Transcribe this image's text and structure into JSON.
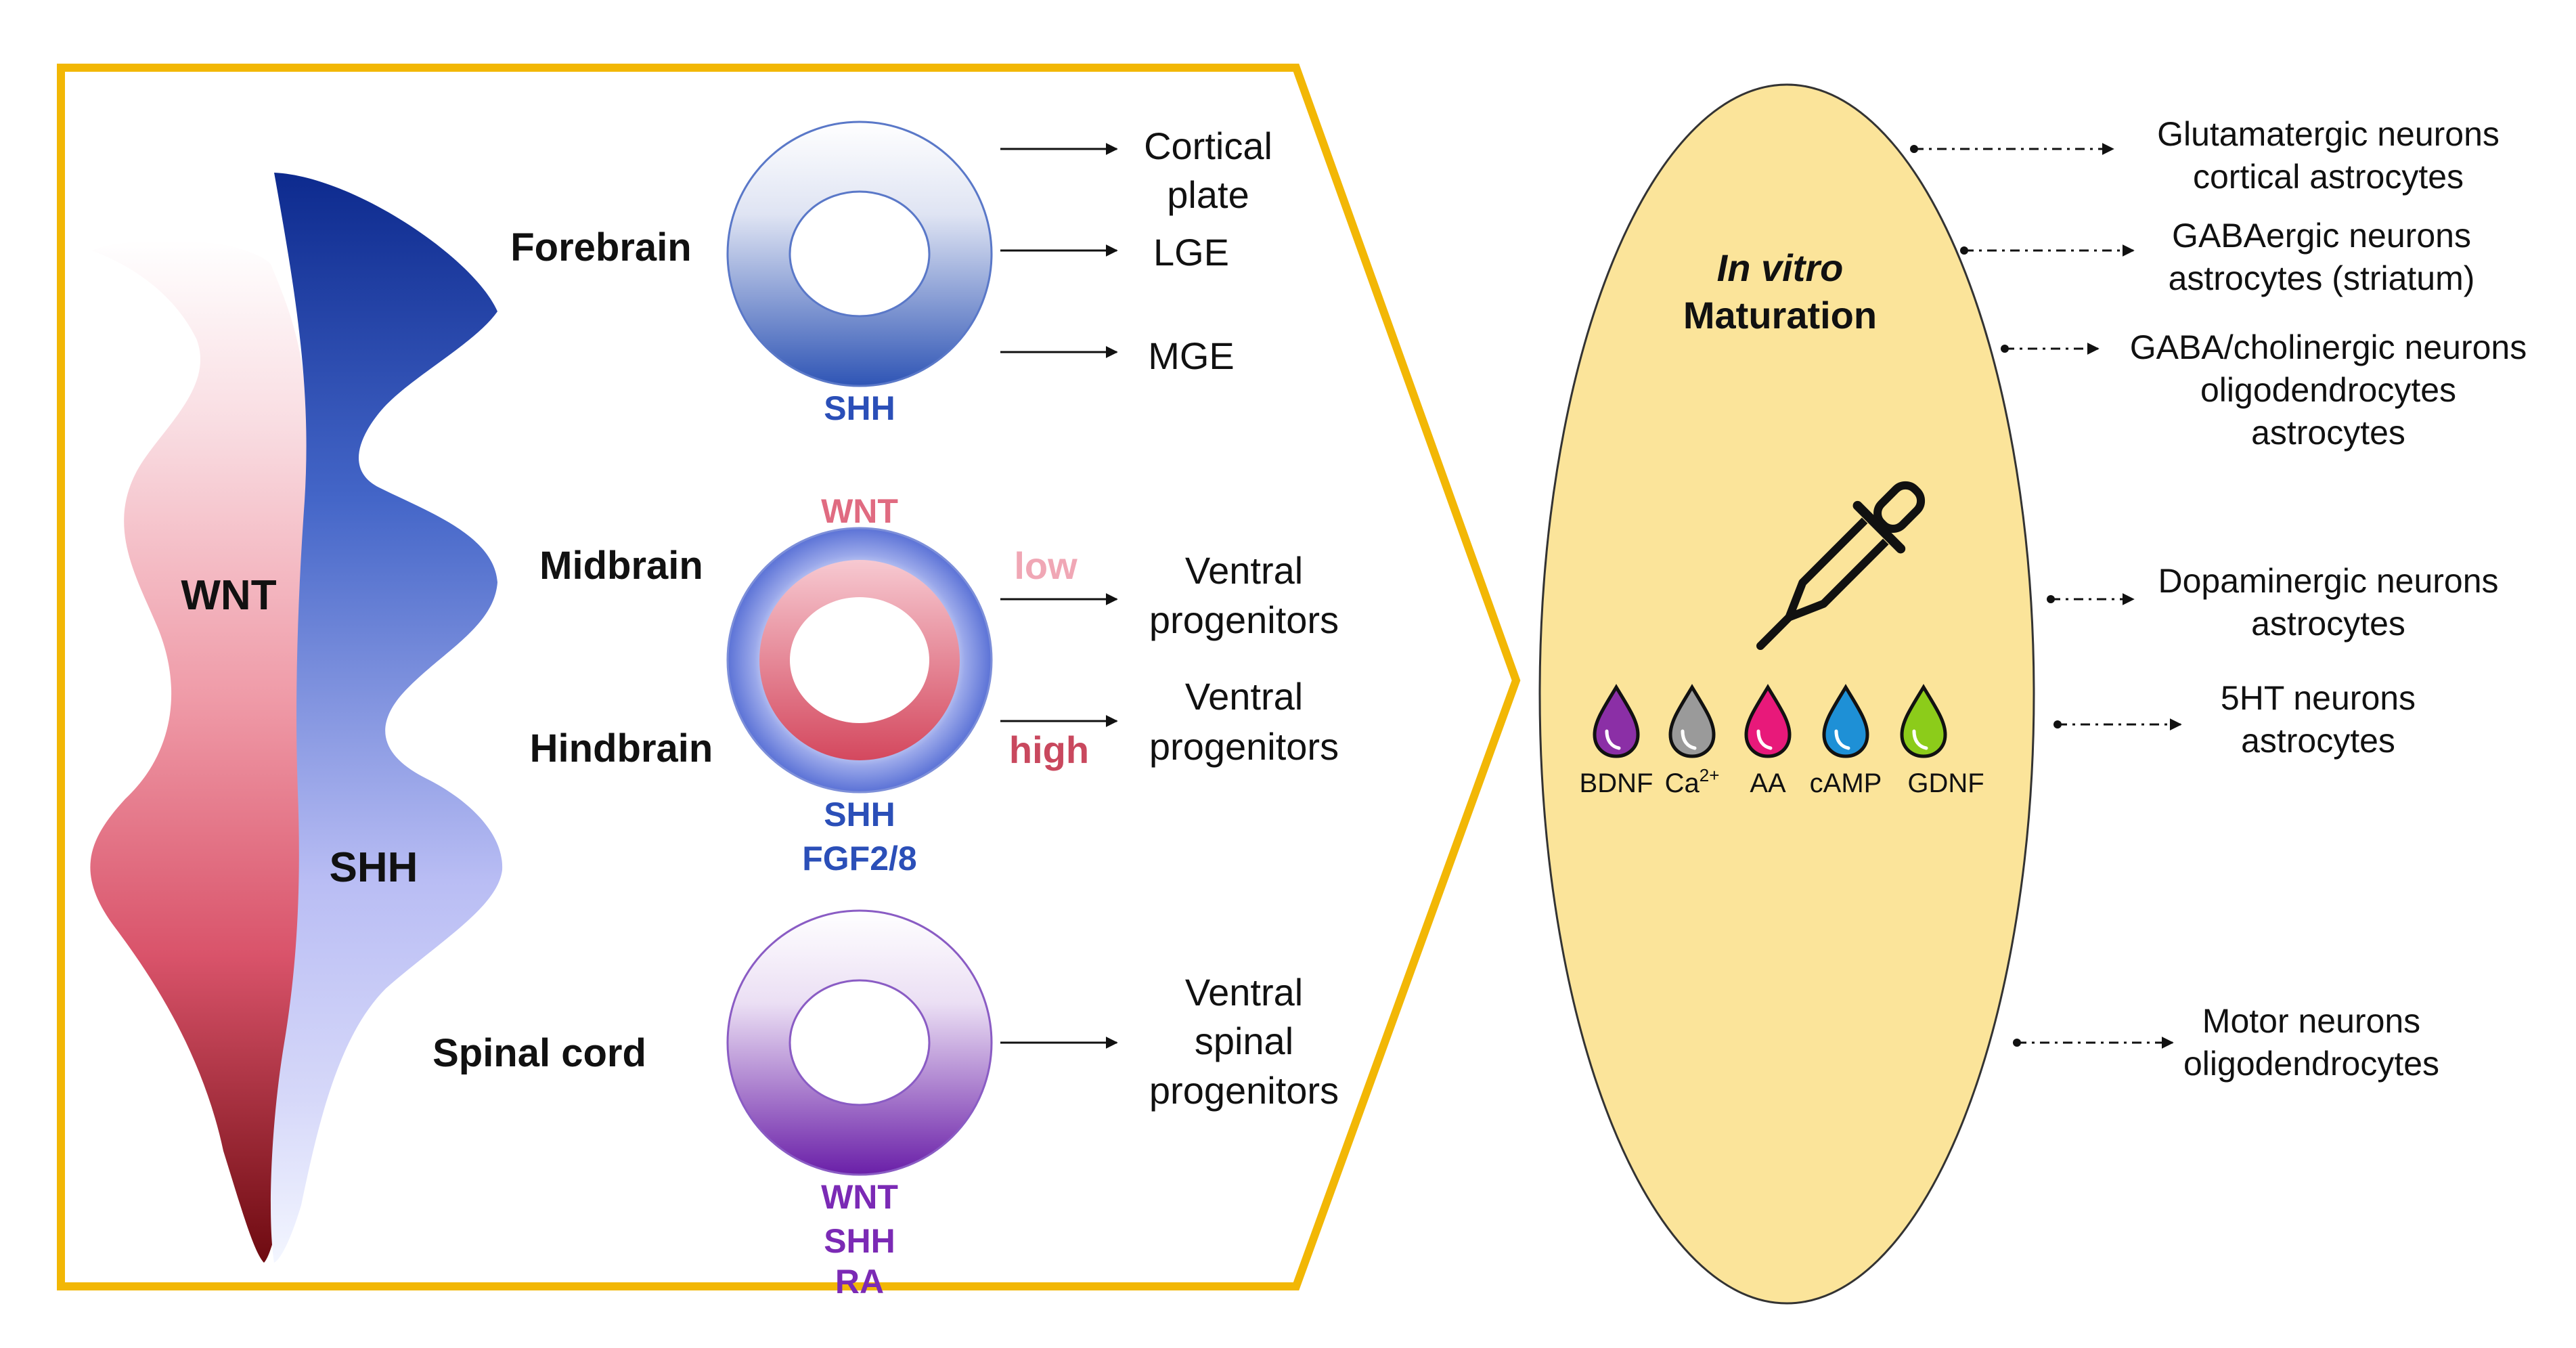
{
  "colors": {
    "frame": "#f2b705",
    "wnt_red": "#d94d63",
    "wnt_dark": "#7a0a14",
    "shh_blue": "#2b4fb8",
    "shh_light": "#c8cbf7",
    "spinal_purple": "#7b2ab5",
    "maturation_fill": "#fbe49a",
    "bdnf": "#8b2fa6",
    "ca": "#9a9a9a",
    "aa": "#e8197a",
    "camp": "#1e90d6",
    "gdnf": "#8ccc1a"
  },
  "gradient": {
    "wnt_label": "WNT",
    "shh_label": "SHH"
  },
  "regions": {
    "forebrain": "Forebrain",
    "midbrain": "Midbrain",
    "hindbrain": "Hindbrain",
    "spinal_cord": "Spinal cord"
  },
  "forebrain_ring": {
    "signal": "SHH",
    "targets": [
      [
        "Cortical",
        "plate"
      ],
      [
        "LGE"
      ],
      [
        "MGE"
      ]
    ]
  },
  "mid_hind_ring": {
    "signal_top": "WNT",
    "signal_bottom_1": "SHH",
    "signal_bottom_2": "FGF2/8",
    "low_label": "low",
    "high_label": "high",
    "targets": [
      [
        "Ventral",
        "progenitors"
      ],
      [
        "Ventral",
        "progenitors"
      ]
    ]
  },
  "spinal_ring": {
    "signals": [
      "WNT",
      "SHH",
      "RA"
    ],
    "target": [
      "Ventral",
      "spinal",
      "progenitors"
    ]
  },
  "maturation": {
    "title_italic": "In vitro",
    "title": "Maturation",
    "icon": "dropper-icon",
    "factors": [
      "BDNF",
      "Ca",
      "AA",
      "cAMP",
      "GDNF"
    ],
    "ca_superscript": "2+"
  },
  "outcomes": [
    [
      "Glutamatergic neurons",
      "cortical astrocytes"
    ],
    [
      "GABAergic neurons",
      "astrocytes (striatum)"
    ],
    [
      "GABA/cholinergic neurons",
      "oligodendrocytes",
      "astrocytes"
    ],
    [
      "Dopaminergic neurons",
      "astrocytes"
    ],
    [
      "5HT neurons",
      "astrocytes"
    ],
    [
      "Motor neurons",
      "oligodendrocytes"
    ]
  ]
}
